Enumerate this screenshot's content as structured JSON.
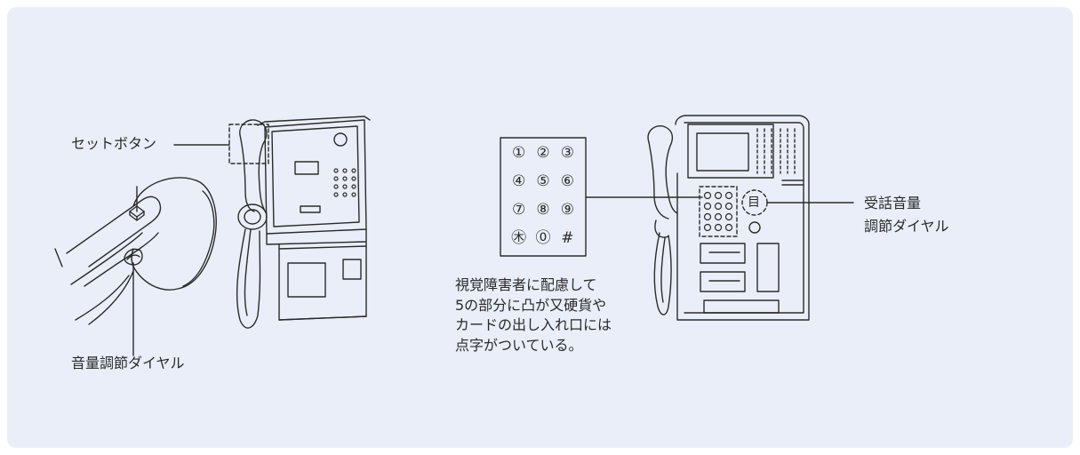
{
  "labels": {
    "set_button": "セットボタン",
    "volume_dial_left": "音量調節ダイヤル",
    "volume_dial_right_line1": "受話音量",
    "volume_dial_right_line2": "調節ダイヤル"
  },
  "note_lines": [
    "視覚障害者に配慮して",
    "5の部分に凸が又硬貨や",
    "カードの出し入れ口には",
    "点字がついている。"
  ],
  "keypad_keys": [
    "①",
    "②",
    "③",
    "④",
    "⑤",
    "⑥",
    "⑦",
    "⑧",
    "⑨",
    "㊍",
    "⓪",
    "#"
  ],
  "volume_mark": "目"
}
